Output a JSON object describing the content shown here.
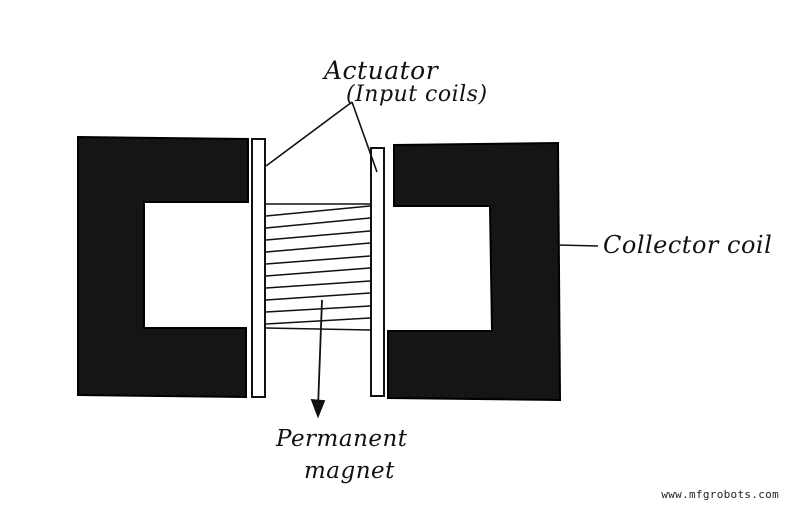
{
  "labels": {
    "actuator": "Actuator",
    "actuator_sub": "(Input coils)",
    "collector_coil": "Collector coil",
    "magnet_line1": "Permanent",
    "magnet_line2": "magnet"
  },
  "watermark": "www.mfgrobots.com",
  "colors": {
    "core": "#151515",
    "ink": "#111111",
    "background": "#ffffff"
  }
}
